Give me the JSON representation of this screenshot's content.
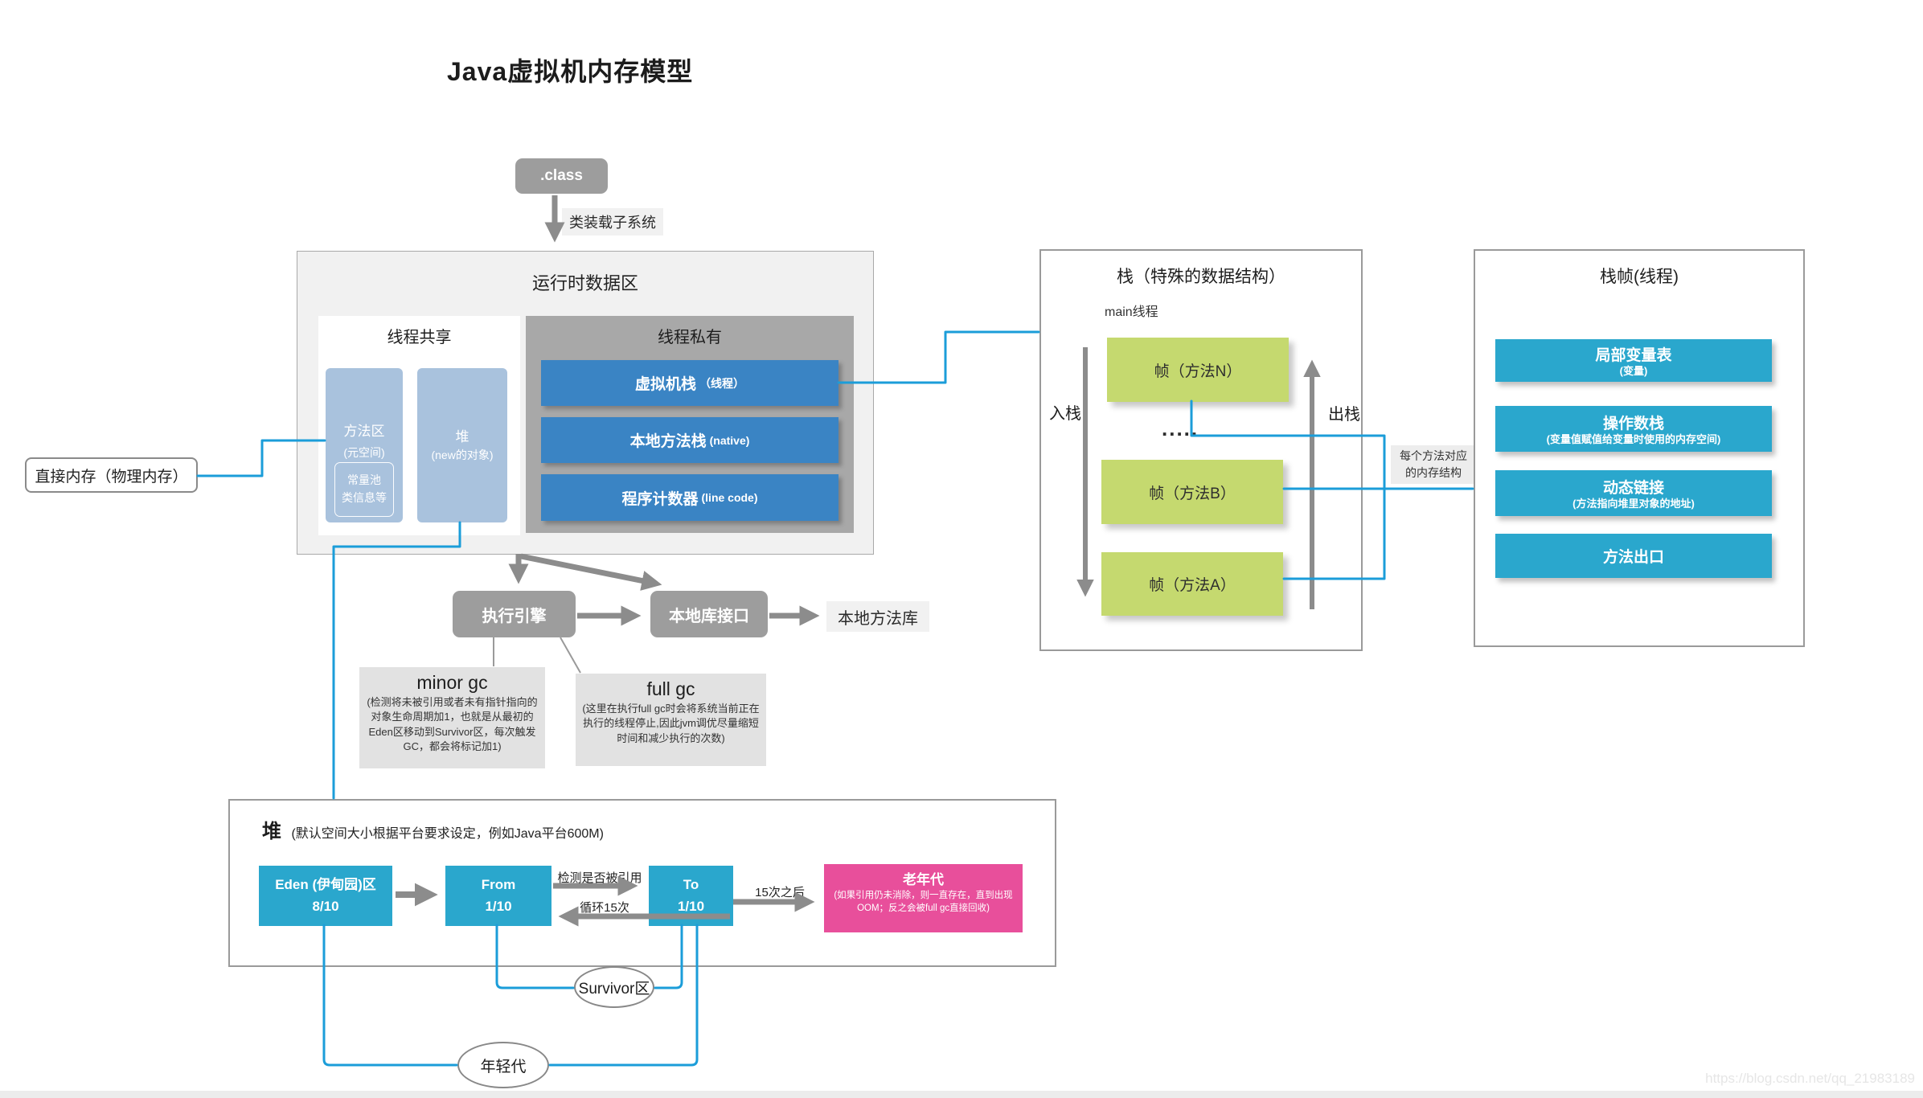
{
  "page": {
    "title": "Java虚拟机内存模型",
    "watermark": "https://blog.csdn.net/qq_21983189"
  },
  "colors": {
    "accent_blue": "#3a84c4",
    "cyan": "#2aa7cd",
    "green": "#c5d96f",
    "pink": "#e84f9b",
    "light_blue": "#a9c2dd",
    "line_blue": "#1b9dd9",
    "arrow_gray": "#8c8c8c"
  },
  "class_loader": {
    "class_box": ".class",
    "arrow_label": "类装载子系统"
  },
  "runtime_area": {
    "title": "运行时数据区",
    "thread_shared": {
      "title": "线程共享",
      "method_area": {
        "line1": "方法区",
        "line2": "(元空间)",
        "inner": {
          "line1": "常量池",
          "line2": "类信息等"
        }
      },
      "heap": {
        "line1": "堆",
        "line2": "(new的对象)"
      }
    },
    "thread_private": {
      "title": "线程私有",
      "bars": [
        {
          "main": "虚拟机栈",
          "sub": "（线程）"
        },
        {
          "main": "本地方法栈",
          "sub": "(native)"
        },
        {
          "main": "程序计数器",
          "sub": "(line code)"
        }
      ]
    }
  },
  "direct_memory": {
    "label": "直接内存（物理内存）"
  },
  "engine_row": {
    "engine": "执行引擎",
    "native_interface": "本地库接口",
    "native_lib": "本地方法库"
  },
  "minor_gc": {
    "title": "minor gc",
    "body": "(检测将未被引用或者未有指针指向的对象生命周期加1，也就是从最初的Eden区移动到Survivor区，每次触发GC，都会将标记加1)"
  },
  "full_gc": {
    "title": "full gc",
    "body": "(这里在执行full gc时会将系统当前正在执行的线程停止,因此jvm调优尽量缩短时间和减少执行的次数)"
  },
  "stack_panel": {
    "title": "栈（特殊的数据结构）",
    "thread_label": "main线程",
    "push_label": "入栈",
    "pop_label": "出栈",
    "dots": ".....",
    "frames": [
      "帧（方法N）",
      "帧（方法B）",
      "帧（方法A）"
    ],
    "note": "每个方法对应\n的内存结构"
  },
  "frame_panel": {
    "title": "栈帧(线程)",
    "bars": [
      {
        "main": "局部变量表",
        "sub": "(变量)"
      },
      {
        "main": "操作数栈",
        "sub": "(变量值赋值给变量时使用的内存空间)"
      },
      {
        "main": "动态链接",
        "sub": "(方法指向堆里对象的地址)"
      },
      {
        "main": "方法出口",
        "sub": ""
      }
    ]
  },
  "heap_panel": {
    "title_main": "堆",
    "title_sub": "(默认空间大小根据平台要求设定，例如Java平台600M)",
    "eden": {
      "line1": "Eden (伊甸园)区",
      "line2": "8/10"
    },
    "from": {
      "line1": "From",
      "line2": "1/10"
    },
    "to": {
      "line1": "To",
      "line2": "1/10"
    },
    "labels": {
      "check": "检测是否被引用",
      "loop": "循环15次",
      "after": "15次之后"
    },
    "old_gen": {
      "title": "老年代",
      "body": "(如果引用仍未消除，则一直存在，直到出现OOM；反之会被full gc直接回收)"
    },
    "survivor": "Survivor区",
    "young": "年轻代"
  }
}
